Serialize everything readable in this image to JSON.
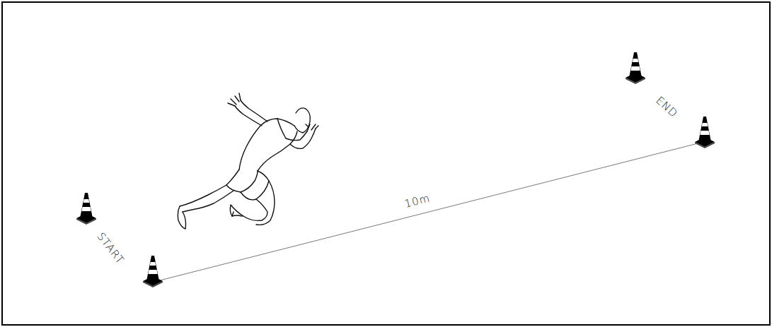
{
  "diagram": {
    "labels": [
      "START",
      "10m",
      "END"
    ]
  }
}
